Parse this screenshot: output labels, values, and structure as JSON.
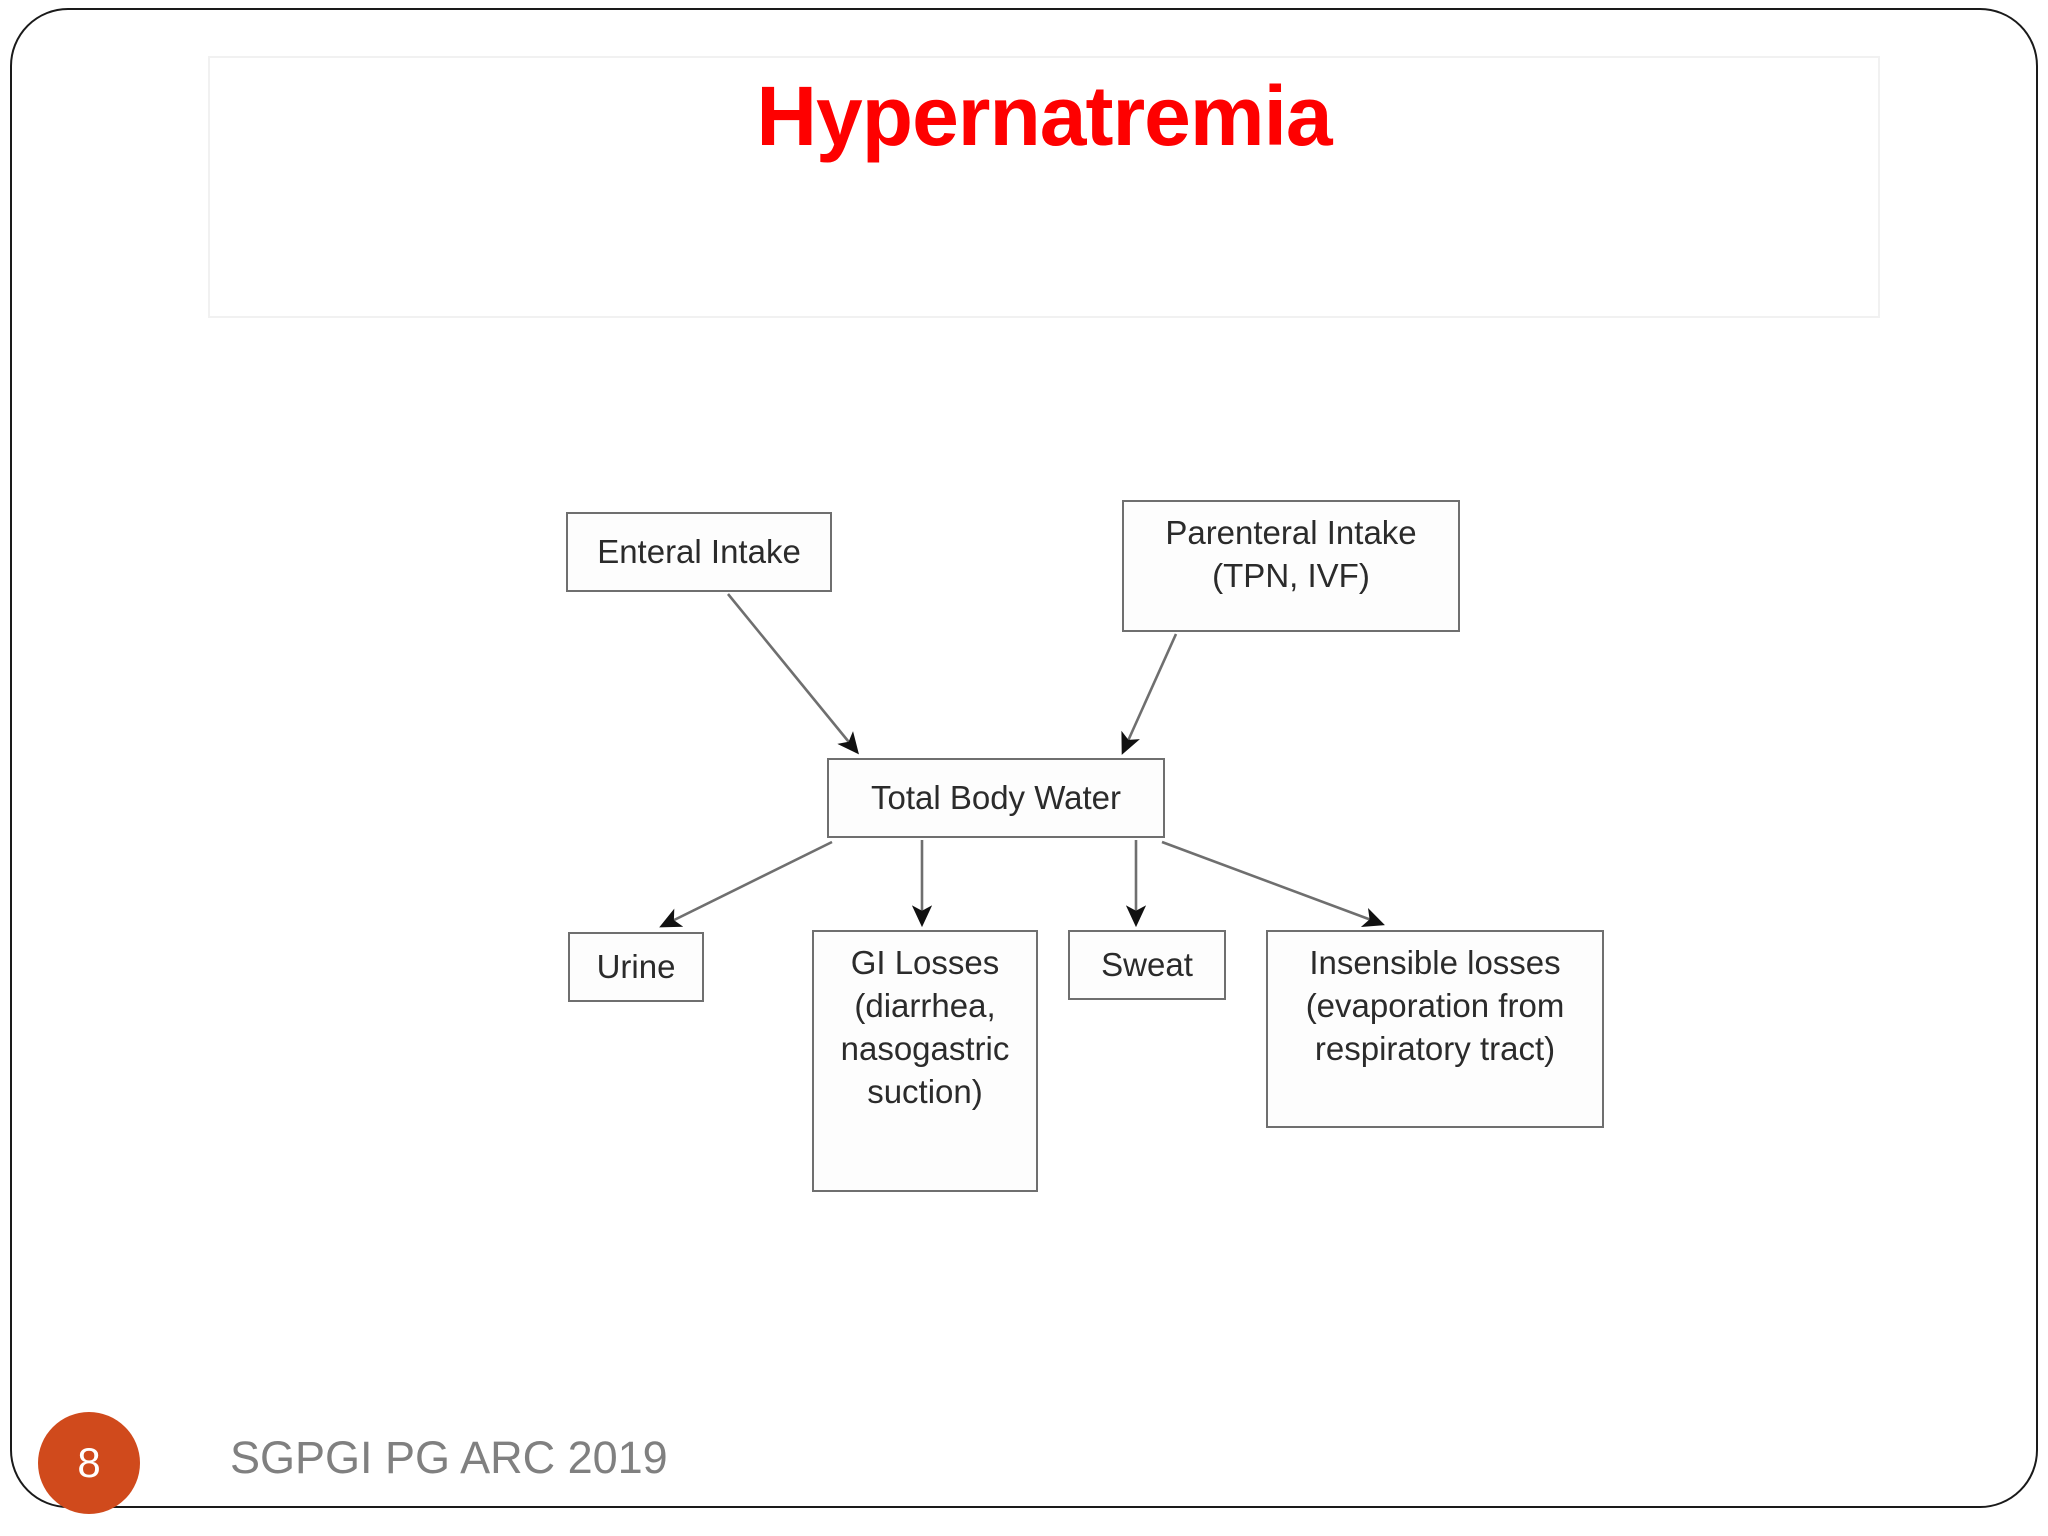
{
  "slide": {
    "title": "Hypernatremia",
    "title_color": "#fe0000",
    "accent_color": "#d04a1c"
  },
  "diagram": {
    "type": "flowchart",
    "nodes": [
      {
        "id": "enteral",
        "label": "Enteral Intake"
      },
      {
        "id": "parenteral",
        "label": "Parenteral Intake\n(TPN, IVF)"
      },
      {
        "id": "tbw",
        "label": "Total Body Water"
      },
      {
        "id": "urine",
        "label": "Urine"
      },
      {
        "id": "gi",
        "label": "GI Losses\n(diarrhea,\nnasogastric\nsuction)"
      },
      {
        "id": "sweat",
        "label": "Sweat"
      },
      {
        "id": "insensible",
        "label": "Insensible losses\n(evaporation from\nrespiratory tract)"
      }
    ],
    "node_labels": {
      "enteral": "Enteral Intake",
      "parenteral_line1": "Parenteral Intake",
      "parenteral_line2": "(TPN, IVF)",
      "tbw": "Total Body Water",
      "urine": "Urine",
      "gi_line1": "GI Losses",
      "gi_line2": "(diarrhea,",
      "gi_line3": "nasogastric",
      "gi_line4": "suction)",
      "sweat": "Sweat",
      "insensible_line1": "Insensible losses",
      "insensible_line2": "(evaporation from",
      "insensible_line3": "respiratory tract)"
    },
    "edges": [
      {
        "from": "enteral",
        "to": "tbw"
      },
      {
        "from": "parenteral",
        "to": "tbw"
      },
      {
        "from": "tbw",
        "to": "urine"
      },
      {
        "from": "tbw",
        "to": "gi"
      },
      {
        "from": "tbw",
        "to": "sweat"
      },
      {
        "from": "tbw",
        "to": "insensible"
      }
    ]
  },
  "footer": {
    "slide_number": "8",
    "credit": "SGPGI PG ARC 2019"
  }
}
